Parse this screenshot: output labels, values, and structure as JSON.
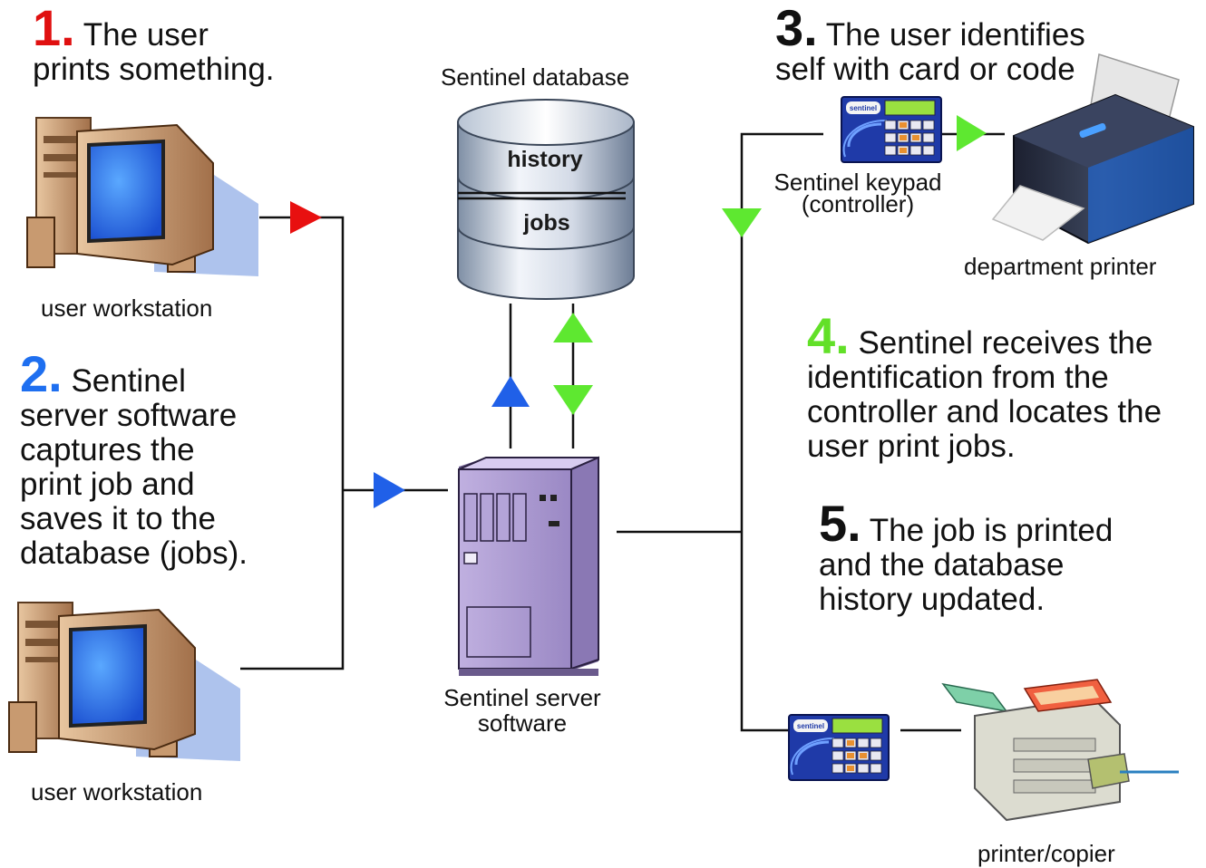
{
  "steps": [
    {
      "number": "1.",
      "color": "#e01010",
      "lines": [
        "The user",
        "prints something."
      ]
    },
    {
      "number": "2.",
      "color": "#1e6ff0",
      "lines": [
        "Sentinel",
        "server software",
        "captures the",
        "print job and",
        "saves it to the",
        "database (jobs)."
      ]
    },
    {
      "number": "3.",
      "color": "#111111",
      "lines": [
        "The user identifies",
        "self with card or code"
      ]
    },
    {
      "number": "4.",
      "color": "#62e028",
      "lines": [
        "Sentinel receives the",
        "identification from the",
        "controller and locates the",
        "user print jobs."
      ]
    },
    {
      "number": "5.",
      "color": "#111111",
      "lines": [
        "The job is printed",
        "and the database",
        "history updated."
      ]
    }
  ],
  "labels": {
    "workstation_top": "user workstation",
    "workstation_bottom": "user workstation",
    "database_title": "Sentinel database",
    "db_history": "history",
    "db_jobs": "jobs",
    "server": [
      "Sentinel server",
      "software"
    ],
    "keypad": [
      "Sentinel keypad",
      "(controller)"
    ],
    "dept_printer": "department printer",
    "copier": "printer/copier",
    "keypad_brand": "sentinel"
  },
  "colors": {
    "red_arrow": "#e81010",
    "blue_arrow": "#2060e8",
    "green_arrow": "#5ee830",
    "line": "#111111"
  },
  "icons": [
    "computer-icon",
    "database-icon",
    "server-icon",
    "keypad-icon",
    "printer-icon",
    "copier-icon"
  ]
}
